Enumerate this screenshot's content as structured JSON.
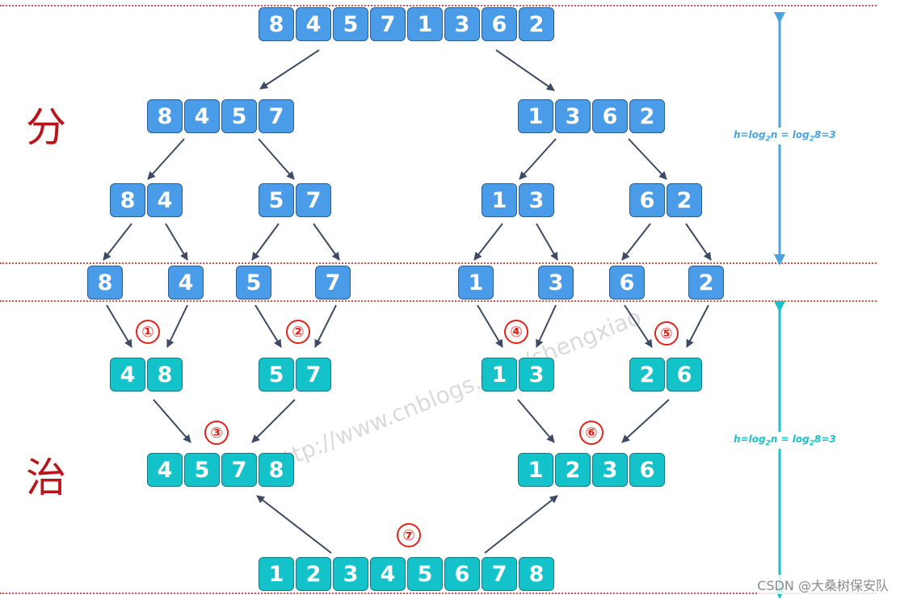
{
  "divide_label": "分",
  "conquer_label": "治",
  "divide_height_label": {
    "pre": "h=log",
    "sub": "2",
    "mid": "n = log",
    "sub2": "2",
    "post": "8=3"
  },
  "conquer_height_label": {
    "pre": "h=log",
    "sub": "2",
    "mid": "n = log",
    "sub2": "2",
    "post": "8=3"
  },
  "watermark": "http://www.cnblogs.com/chengxiao",
  "credit": "CSDN @大桑树保安队",
  "colors": {
    "divide_box": "#4a9be8",
    "conquer_box": "#14c3c9",
    "badge": "#e0241b",
    "side_char": "#b8161c",
    "divide_arrow": "#4aa3e0",
    "conquer_arrow": "#19c2c8",
    "dotted_line": "#d9534f"
  },
  "divide": {
    "level0": [
      [
        8,
        4,
        5,
        7,
        1,
        3,
        6,
        2
      ]
    ],
    "level1": [
      [
        8,
        4,
        5,
        7
      ],
      [
        1,
        3,
        6,
        2
      ]
    ],
    "level2": [
      [
        8,
        4
      ],
      [
        5,
        7
      ],
      [
        1,
        3
      ],
      [
        6,
        2
      ]
    ],
    "level3": [
      [
        8
      ],
      [
        4
      ],
      [
        5
      ],
      [
        7
      ],
      [
        1
      ],
      [
        3
      ],
      [
        6
      ],
      [
        2
      ]
    ]
  },
  "conquer": {
    "level1": [
      [
        4,
        8
      ],
      [
        5,
        7
      ],
      [
        1,
        3
      ],
      [
        2,
        6
      ]
    ],
    "level2": [
      [
        4,
        5,
        7,
        8
      ],
      [
        1,
        2,
        3,
        6
      ]
    ],
    "level3": [
      [
        1,
        2,
        3,
        4,
        5,
        6,
        7,
        8
      ]
    ]
  },
  "steps": [
    "①",
    "②",
    "④",
    "⑤",
    "③",
    "⑥",
    "⑦"
  ]
}
